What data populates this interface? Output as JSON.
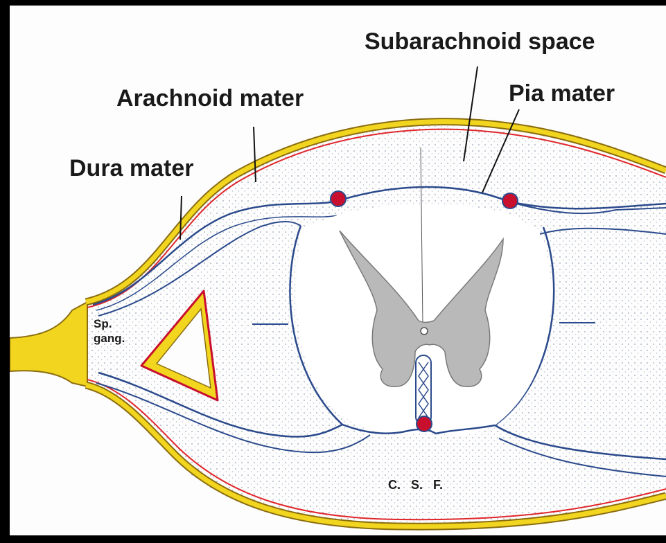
{
  "labels": {
    "subarachnoid_space": "Subarachnoid space",
    "pia_mater": "Pia mater",
    "arachnoid_mater": "Arachnoid mater",
    "dura_mater": "Dura mater",
    "sp_gang_line1": "Sp.",
    "sp_gang_line2": "gang.",
    "csf": "C.   S.   F."
  },
  "colors": {
    "background": "#000000",
    "panel": "#fdfdfd",
    "dura": "#f2d51e",
    "dura_outline": "#8a6d10",
    "arachnoid_red": "#e0262b",
    "pia_blue": "#2b4a8c",
    "gray_matter": "#b9b9b9",
    "vessel": "#c8102e"
  }
}
